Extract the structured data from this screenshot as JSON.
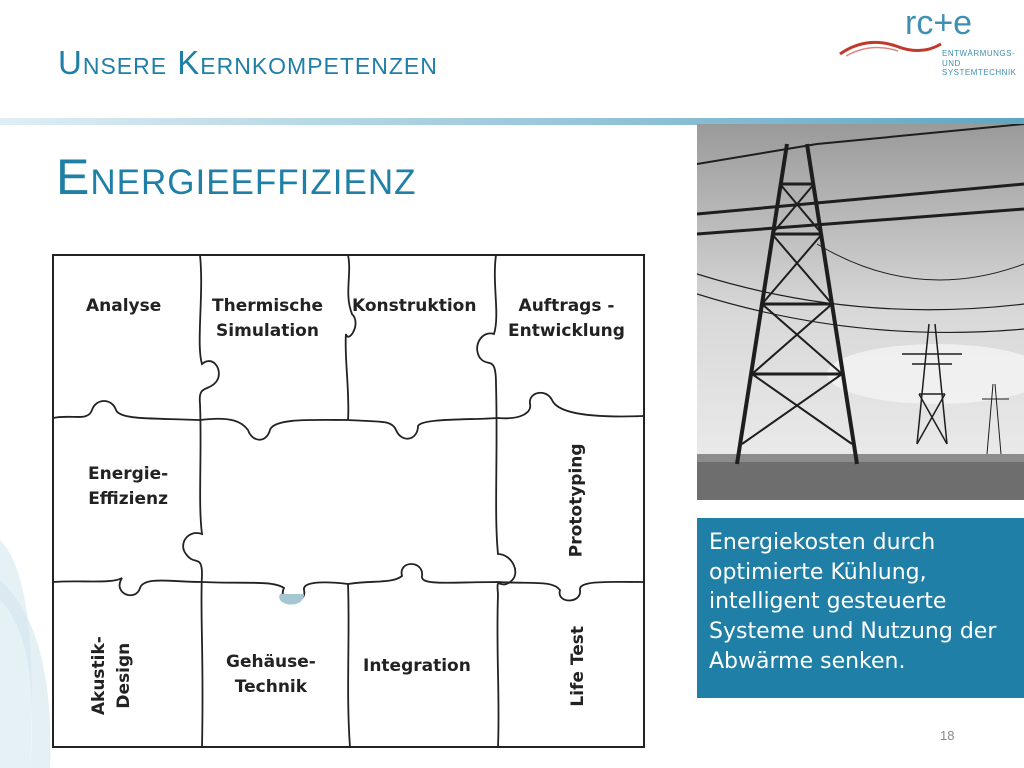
{
  "header": {
    "title": "Unsere Kernkompetenzen"
  },
  "main": {
    "title": "Energieeffizienz"
  },
  "logo": {
    "text": "rc+e",
    "subtitle_line1": "ENTWÄRMUNGS-",
    "subtitle_line2": "UND SYSTEMTECHNIK",
    "brand_color": "#3f8fb3"
  },
  "puzzle": {
    "pieces": {
      "analyse": "Analyse",
      "thermische_1": "Thermische",
      "thermische_2": "Simulation",
      "konstruktion": "Konstruktion",
      "auftrags_1": "Auftrags -",
      "auftrags_2": "Entwicklung",
      "energie_1": "Energie-",
      "energie_2": "Effizienz",
      "prototyping": "Prototyping",
      "akustik_1": "Akustik-",
      "akustik_2": "Design",
      "gehaeuse_1": "Gehäuse-",
      "gehaeuse_2": "Technik",
      "integration": "Integration",
      "lifetest": "Life Test"
    }
  },
  "caption": {
    "line1": "Energiekosten durch",
    "line2": "optimierte Kühlung,",
    "line3": "intelligent gesteuerte",
    "line4": "Systeme und Nutzung der",
    "line5": "Abwärme senken."
  },
  "page_number": "18",
  "colors": {
    "accent": "#1f7fa6",
    "caption_bg": "#1f7fa6",
    "logo_red": "#c0392b"
  }
}
